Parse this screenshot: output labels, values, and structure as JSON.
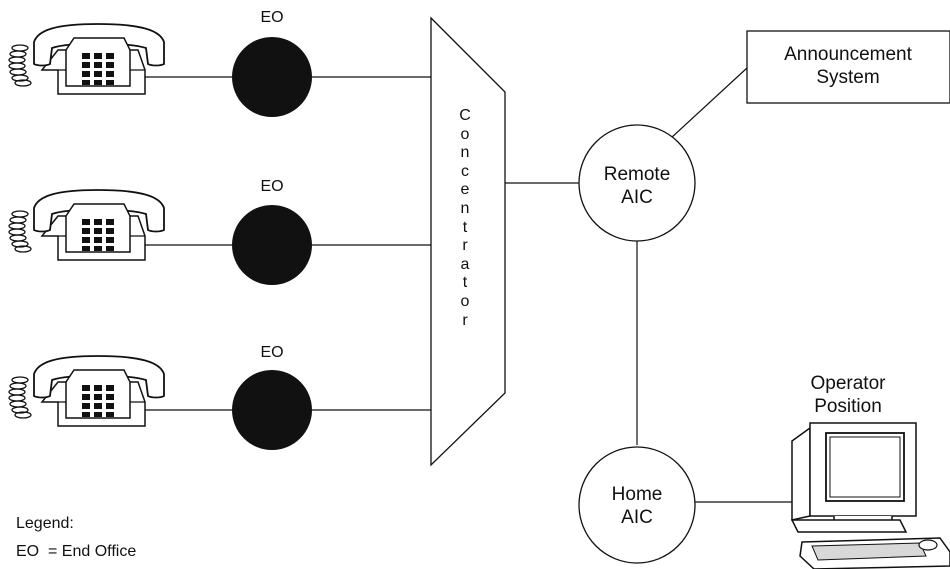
{
  "end_office_label": "EO",
  "concentrator": {
    "label": "Concentrator"
  },
  "remote_aic": {
    "line1": "Remote",
    "line2": "AIC"
  },
  "home_aic": {
    "line1": "Home",
    "line2": "AIC"
  },
  "announcement_system": {
    "line1": "Announcement",
    "line2": "System"
  },
  "operator_position": {
    "line1": "Operator",
    "line2": "Position"
  },
  "legend": {
    "title": "Legend:",
    "entry": "EO  = End Office"
  },
  "colors": {
    "ink": "#111111",
    "eo_fill": "#111111",
    "background": "#ffffff"
  }
}
